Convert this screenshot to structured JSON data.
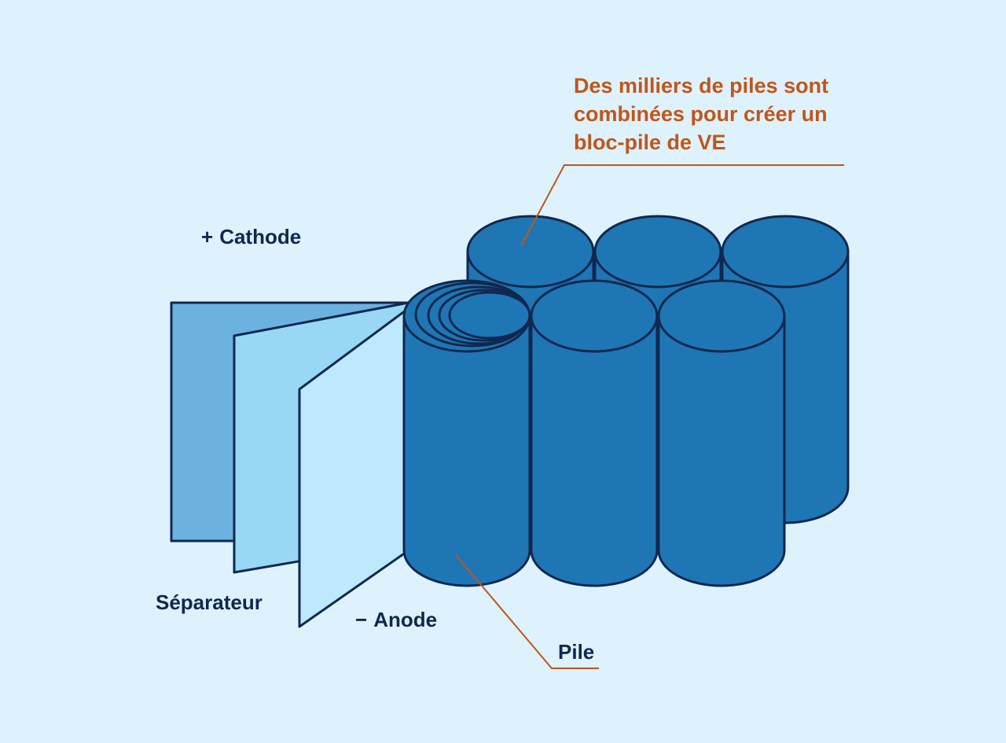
{
  "colors": {
    "background": "#ddf2fc",
    "cell_fill": "#1f76b4",
    "outline": "#10284f",
    "cathode_sheet": "#6cb2e1",
    "separator_sheet": "#99d8f5",
    "anode_sheet": "#bce9fb",
    "callout": "#c0561b",
    "label_text": "#10284f"
  },
  "labels": {
    "cathode": {
      "symbol": "+",
      "text": "Cathode"
    },
    "separator": {
      "text": "Séparateur"
    },
    "anode": {
      "symbol": "−",
      "text": "Anode"
    },
    "cell": {
      "text": "Pile"
    }
  },
  "callout": {
    "lines": [
      "Des milliers de piles sont",
      "combinées pour créer un",
      "bloc-pile de VE"
    ]
  }
}
